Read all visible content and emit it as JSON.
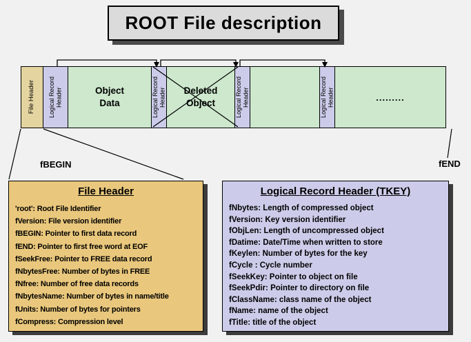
{
  "title": "ROOT File description",
  "band": {
    "file_header_label": "File Header",
    "lrh_label": "Logical Record Header",
    "object_data_label": "Object\nData",
    "deleted_object_label": "Deleted\nObject",
    "dots_label": ".........",
    "fbegin_label": "fBEGIN",
    "fend_label": "fEND"
  },
  "file_header_box": {
    "title": "File Header",
    "items": [
      "'root': Root File Identifier",
      "fVersion: File version identifier",
      "fBEGIN: Pointer to first data record",
      "fEND: Pointer to first free word at EOF",
      "fSeekFree: Pointer to FREE data record",
      "fNbytesFree: Number of bytes in FREE",
      "fNfree: Number of free data records",
      "fNbytesName: Number of bytes in name/title",
      "fUnits: Number of bytes for pointers",
      "fCompress: Compression level"
    ]
  },
  "record_header_box": {
    "title": "Logical Record Header (TKEY)",
    "items": [
      "fNbytes: Length of compressed object",
      "fVersion: Key version identifier",
      "fObjLen: Length of uncompressed object",
      "fDatime: Date/Time when written to store",
      "fKeylen: Number of bytes for the key",
      "fCycle : Cycle number",
      "fSeekKey: Pointer to object on file",
      "fSeekPdir: Pointer to directory on file",
      "fClassName: class name of the object",
      "fName: name of the object",
      "fTitle: title of the object"
    ]
  },
  "colors": {
    "page_background": "#f1f1f1",
    "title_box": "#dbdbdb",
    "file_header_tan": "#e4d4a0",
    "file_header_box_tan": "#e9c77c",
    "record_header_lavender": "#ccccea",
    "data_green": "#cde8cd",
    "line_black": "#000000",
    "shadow_gray": "#3c3c3c"
  }
}
